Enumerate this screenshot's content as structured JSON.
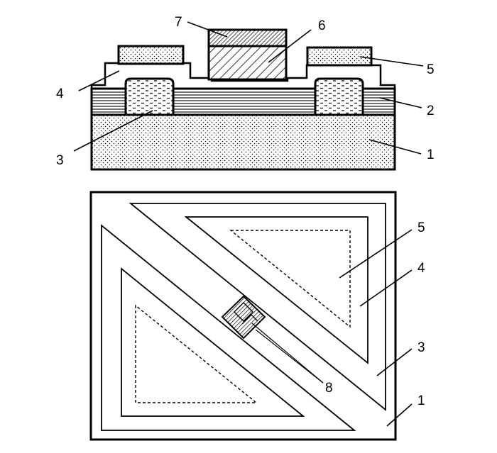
{
  "cross_section": {
    "labels": {
      "substrate": "1",
      "layer_2": "2",
      "layer_3": "3",
      "layer_4": "4",
      "layer_5": "5",
      "layer_6": "6",
      "layer_7": "7"
    }
  },
  "plan_view": {
    "labels": {
      "frame_1": "1",
      "triangle_3": "3",
      "triangle_4": "4",
      "triangle_5": "5",
      "centre_8": "8"
    }
  },
  "colors": {
    "line": "#000000",
    "background": "#ffffff"
  }
}
